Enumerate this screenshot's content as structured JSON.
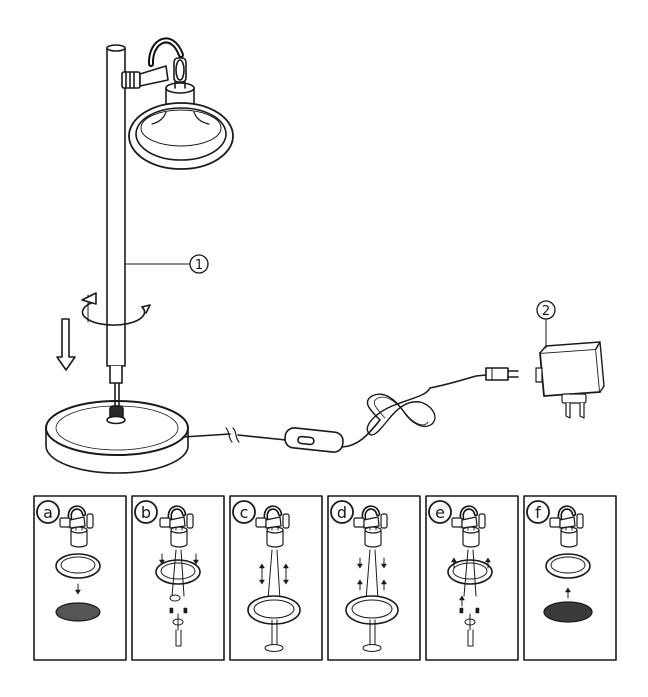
{
  "callouts": {
    "lamp_body": "1",
    "adapter": "2"
  },
  "steps": [
    {
      "letter": "a"
    },
    {
      "letter": "b"
    },
    {
      "letter": "c"
    },
    {
      "letter": "d"
    },
    {
      "letter": "e"
    },
    {
      "letter": "f"
    }
  ]
}
